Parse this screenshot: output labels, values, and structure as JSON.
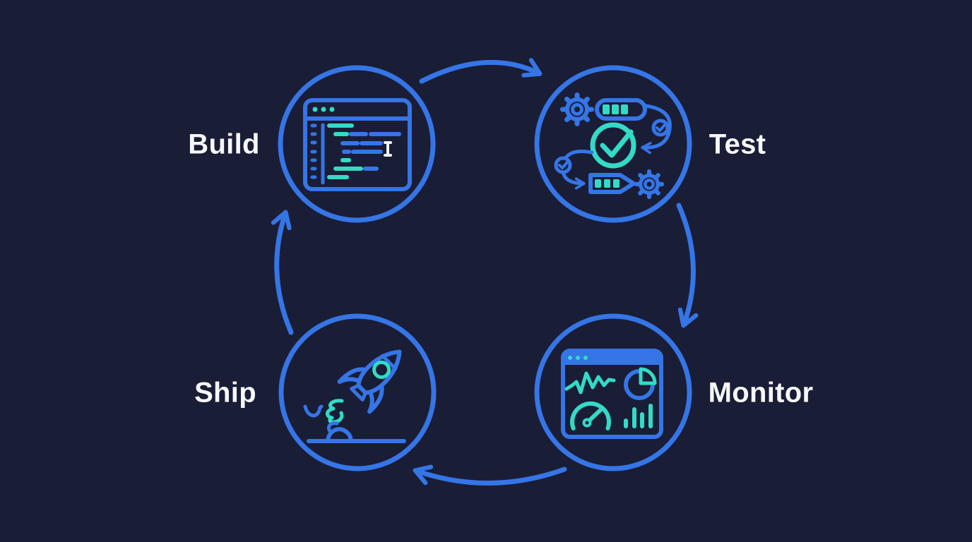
{
  "diagram": {
    "name": "ci-cd-cycle",
    "stages": [
      {
        "id": "build",
        "label": "Build",
        "icon": "code-editor-icon"
      },
      {
        "id": "test",
        "label": "Test",
        "icon": "automated-tests-icon"
      },
      {
        "id": "monitor",
        "label": "Monitor",
        "icon": "monitoring-dashboard-icon"
      },
      {
        "id": "ship",
        "label": "Ship",
        "icon": "rocket-launch-icon"
      }
    ],
    "flow": [
      {
        "from": "Build",
        "to": "Test"
      },
      {
        "from": "Test",
        "to": "Monitor"
      },
      {
        "from": "Monitor",
        "to": "Ship"
      },
      {
        "from": "Ship",
        "to": "Build"
      }
    ],
    "colors": {
      "background": "#191d36",
      "stroke_blue": "#3575e6",
      "accent_teal": "#33dbc6",
      "label_text": "#f5f7fa",
      "cursor_white": "#f2f4f8"
    }
  }
}
